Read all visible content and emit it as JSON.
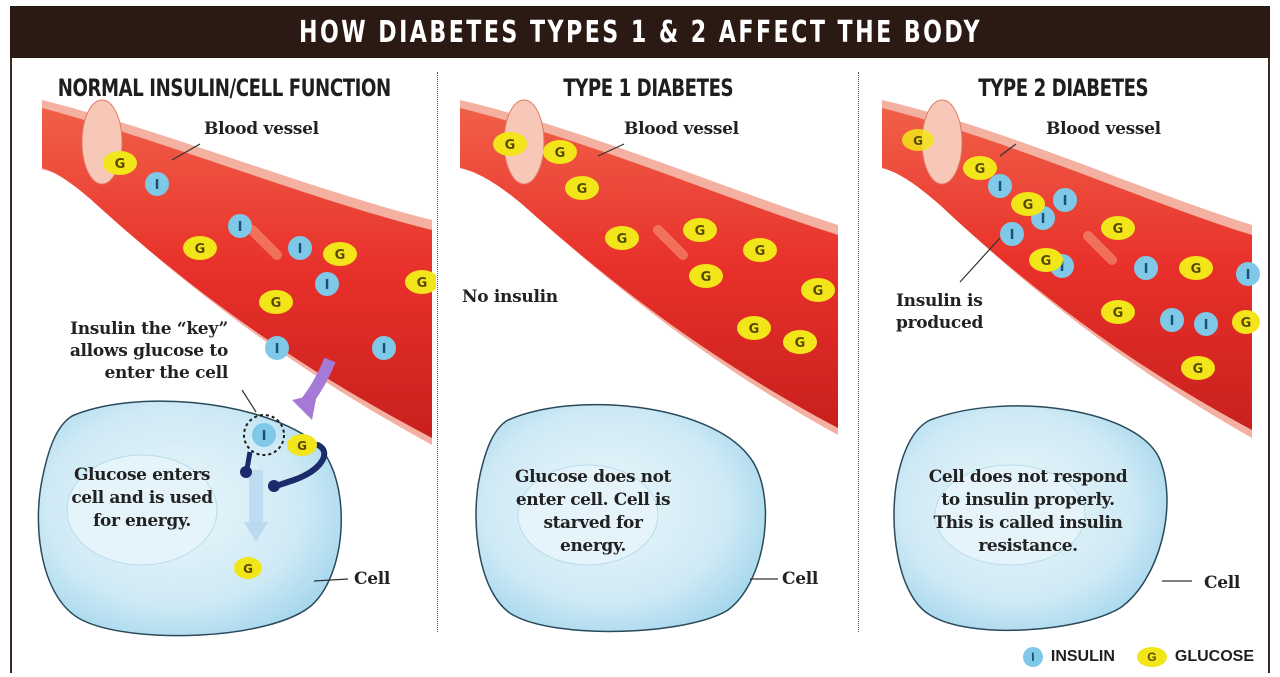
{
  "title": "HOW DIABETES TYPES 1 & 2 AFFECT THE BODY",
  "panels": [
    {
      "title": "NORMAL INSULIN/CELL FUNCTION",
      "vessel_label": "Blood vessel",
      "key_label": [
        "Insulin the “key”",
        "allows glucose to",
        "enter the cell"
      ],
      "cell_text": [
        "Glucose enters",
        "cell and is used",
        "for energy."
      ],
      "cell_label": "Cell"
    },
    {
      "title": "TYPE 1 DIABETES",
      "vessel_label": "Blood vessel",
      "note": "No insulin",
      "cell_text": [
        "Glucose does not",
        "enter cell. Cell is",
        "starved for",
        "energy."
      ],
      "cell_label": "Cell"
    },
    {
      "title": "TYPE 2 DIABETES",
      "vessel_label": "Blood vessel",
      "note": [
        "Insulin is",
        "produced"
      ],
      "cell_text": [
        "Cell does not respond",
        "to insulin properly.",
        "This is called insulin",
        "resistance."
      ],
      "cell_label": "Cell"
    }
  ],
  "legend": {
    "insulin_symbol": "I",
    "insulin_label": "INSULIN",
    "glucose_symbol": "G",
    "glucose_label": "GLUCOSE"
  },
  "colors": {
    "title_bg": "#2b1a14",
    "vessel": "#e83a2a",
    "insulin": "#7fc8e8",
    "glucose": "#f2e51a",
    "cell": "#cdeaf6",
    "arrow": "#a57ad6"
  }
}
